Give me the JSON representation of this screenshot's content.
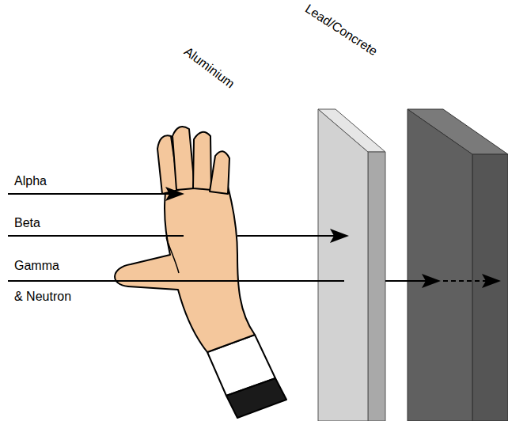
{
  "diagram": {
    "labels": [
      "Aluminium",
      "Lead/Concrete",
      "Alpha",
      "Beta",
      "Gamma",
      "& Neutron"
    ]
  }
}
